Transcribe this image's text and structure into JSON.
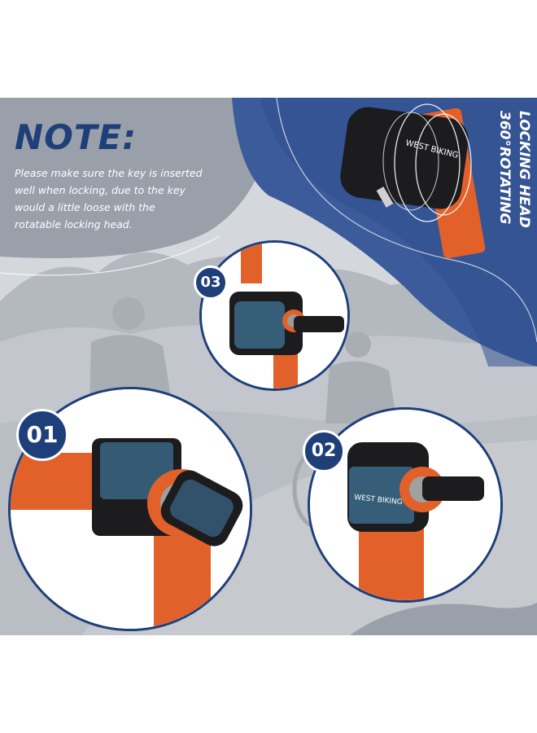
{
  "note": {
    "title": "NOTE:",
    "lines": [
      "Please make sure the key is inserted",
      "well when locking, due to the key",
      "would a little loose with the",
      "rotatable locking head."
    ]
  },
  "feature_label": {
    "line1": "360°ROTATING",
    "line2": "LOCKING HEAD"
  },
  "brand": "WEST BIKING",
  "steps": [
    {
      "number": "01"
    },
    {
      "number": "02"
    },
    {
      "number": "03"
    }
  ],
  "colors": {
    "navy": "#1e3f7a",
    "orange": "#e2612a",
    "lock_black": "#1c1c1e",
    "gray_panel": "#9aa0aa"
  }
}
